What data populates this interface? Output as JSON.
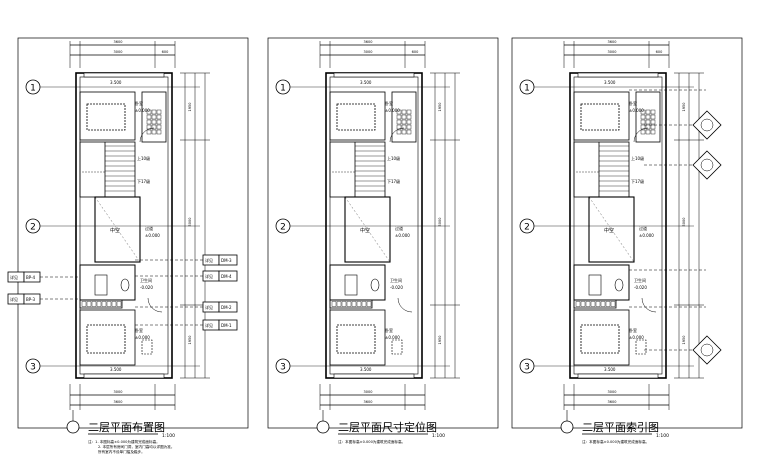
{
  "panels": [
    {
      "title": "二层平面布置图",
      "scale": "1:100",
      "notes": [
        "注：1. 本图标高±0.000为建筑完成面标高。",
        "2. 本层所有房间门洞，室内门高均以详图为准。",
        "所有室内不设单门槛及踏步。"
      ],
      "callouts_left": [
        [
          "详见",
          "BP-4"
        ],
        [
          "详见",
          "BP-3"
        ]
      ],
      "callouts_right": [
        [
          "详见",
          "DM-3"
        ],
        [
          "详见",
          "DM-4"
        ],
        [
          "详见",
          "DM-2"
        ],
        [
          "详见",
          "DM-1"
        ]
      ]
    },
    {
      "title": "二层平面尺寸定位图",
      "scale": "1:100",
      "notes": [
        "注：本图标高±0.000为建筑完成面标高。"
      ],
      "callouts_left": [],
      "callouts_right": []
    },
    {
      "title": "二层平面索引图",
      "scale": "1:100",
      "notes": [
        "注：本图标高±0.000为建筑完成面标高。"
      ],
      "callouts_left": [],
      "callouts_right": [],
      "index_symbols": true
    }
  ],
  "common": {
    "axes": [
      "1",
      "2",
      "3"
    ],
    "top_dims": [
      "3600",
      "3000",
      "600"
    ],
    "bottom_dims": [
      "3000",
      "3600"
    ],
    "room_void": "中空",
    "stair_up": "上10级",
    "stair_down": "下17级",
    "elev_top": "3.500",
    "elev_bottom": "3.500",
    "elev_room": "±0.000",
    "elev_bath": "-0.020",
    "room_bed": "卧室",
    "room_corridor": "过道",
    "room_bath": "卫生间",
    "side_dims": [
      "1950",
      "5000",
      "1950"
    ]
  },
  "colors": {
    "line": "#000000",
    "dash": "#333333",
    "title_bar": "#9a9a9a"
  }
}
